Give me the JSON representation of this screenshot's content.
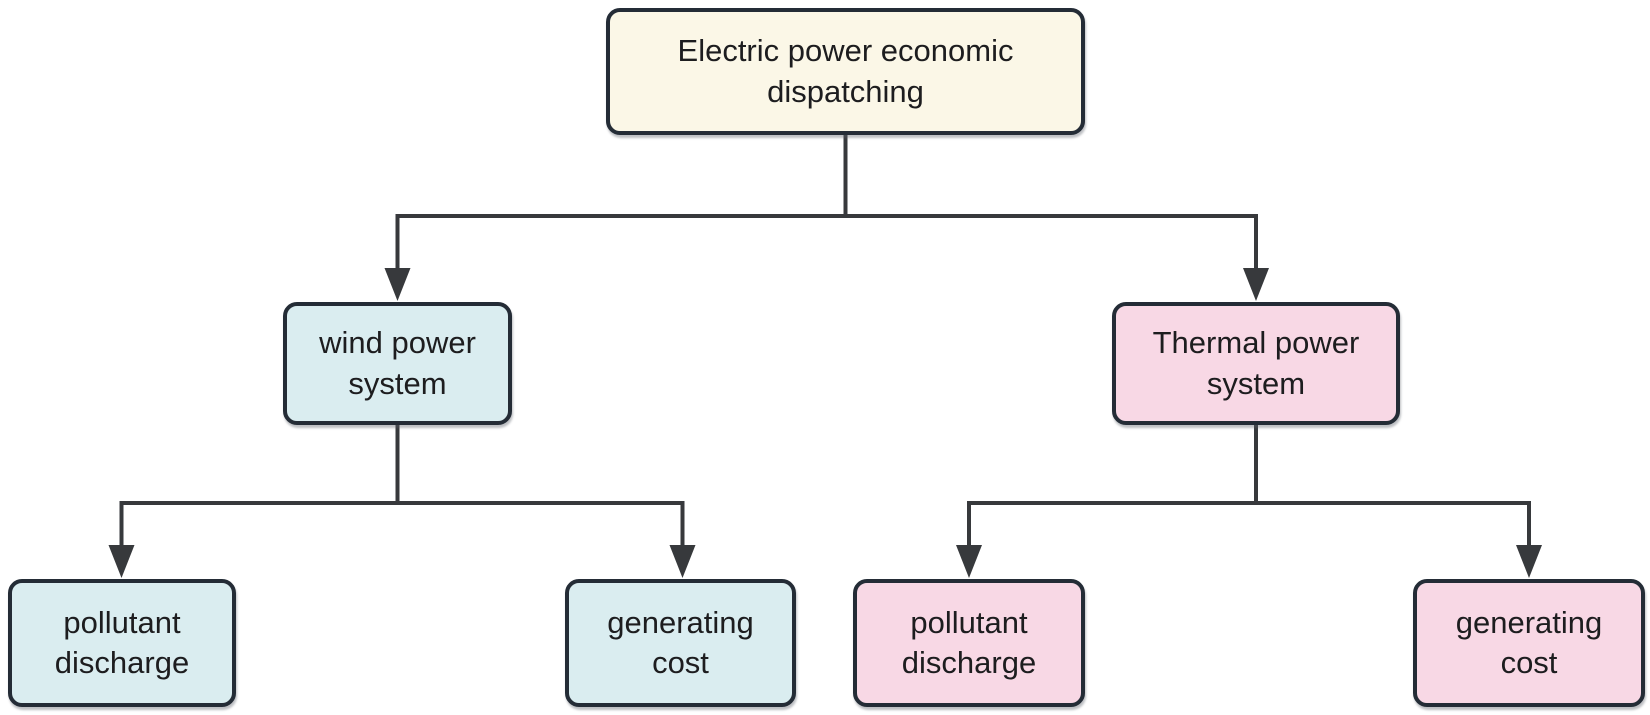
{
  "diagram": {
    "type": "tree-flowchart",
    "root": {
      "label": "Electric power economic dispatching",
      "fill": "#fbf7e7"
    },
    "branches": [
      {
        "label": "wind power system",
        "fill": "#daedf0",
        "children": [
          {
            "label": "pollutant discharge",
            "fill": "#daedf0"
          },
          {
            "label": "generating cost",
            "fill": "#daedf0"
          }
        ]
      },
      {
        "label": "Thermal power system",
        "fill": "#f8d8e5",
        "children": [
          {
            "label": "pollutant discharge",
            "fill": "#f8d8e5"
          },
          {
            "label": "generating cost",
            "fill": "#f8d8e5"
          }
        ]
      }
    ],
    "colors": {
      "border": "#242c36",
      "connector": "#37393c",
      "text": "#1d1d1f",
      "background": "#ffffff"
    }
  }
}
